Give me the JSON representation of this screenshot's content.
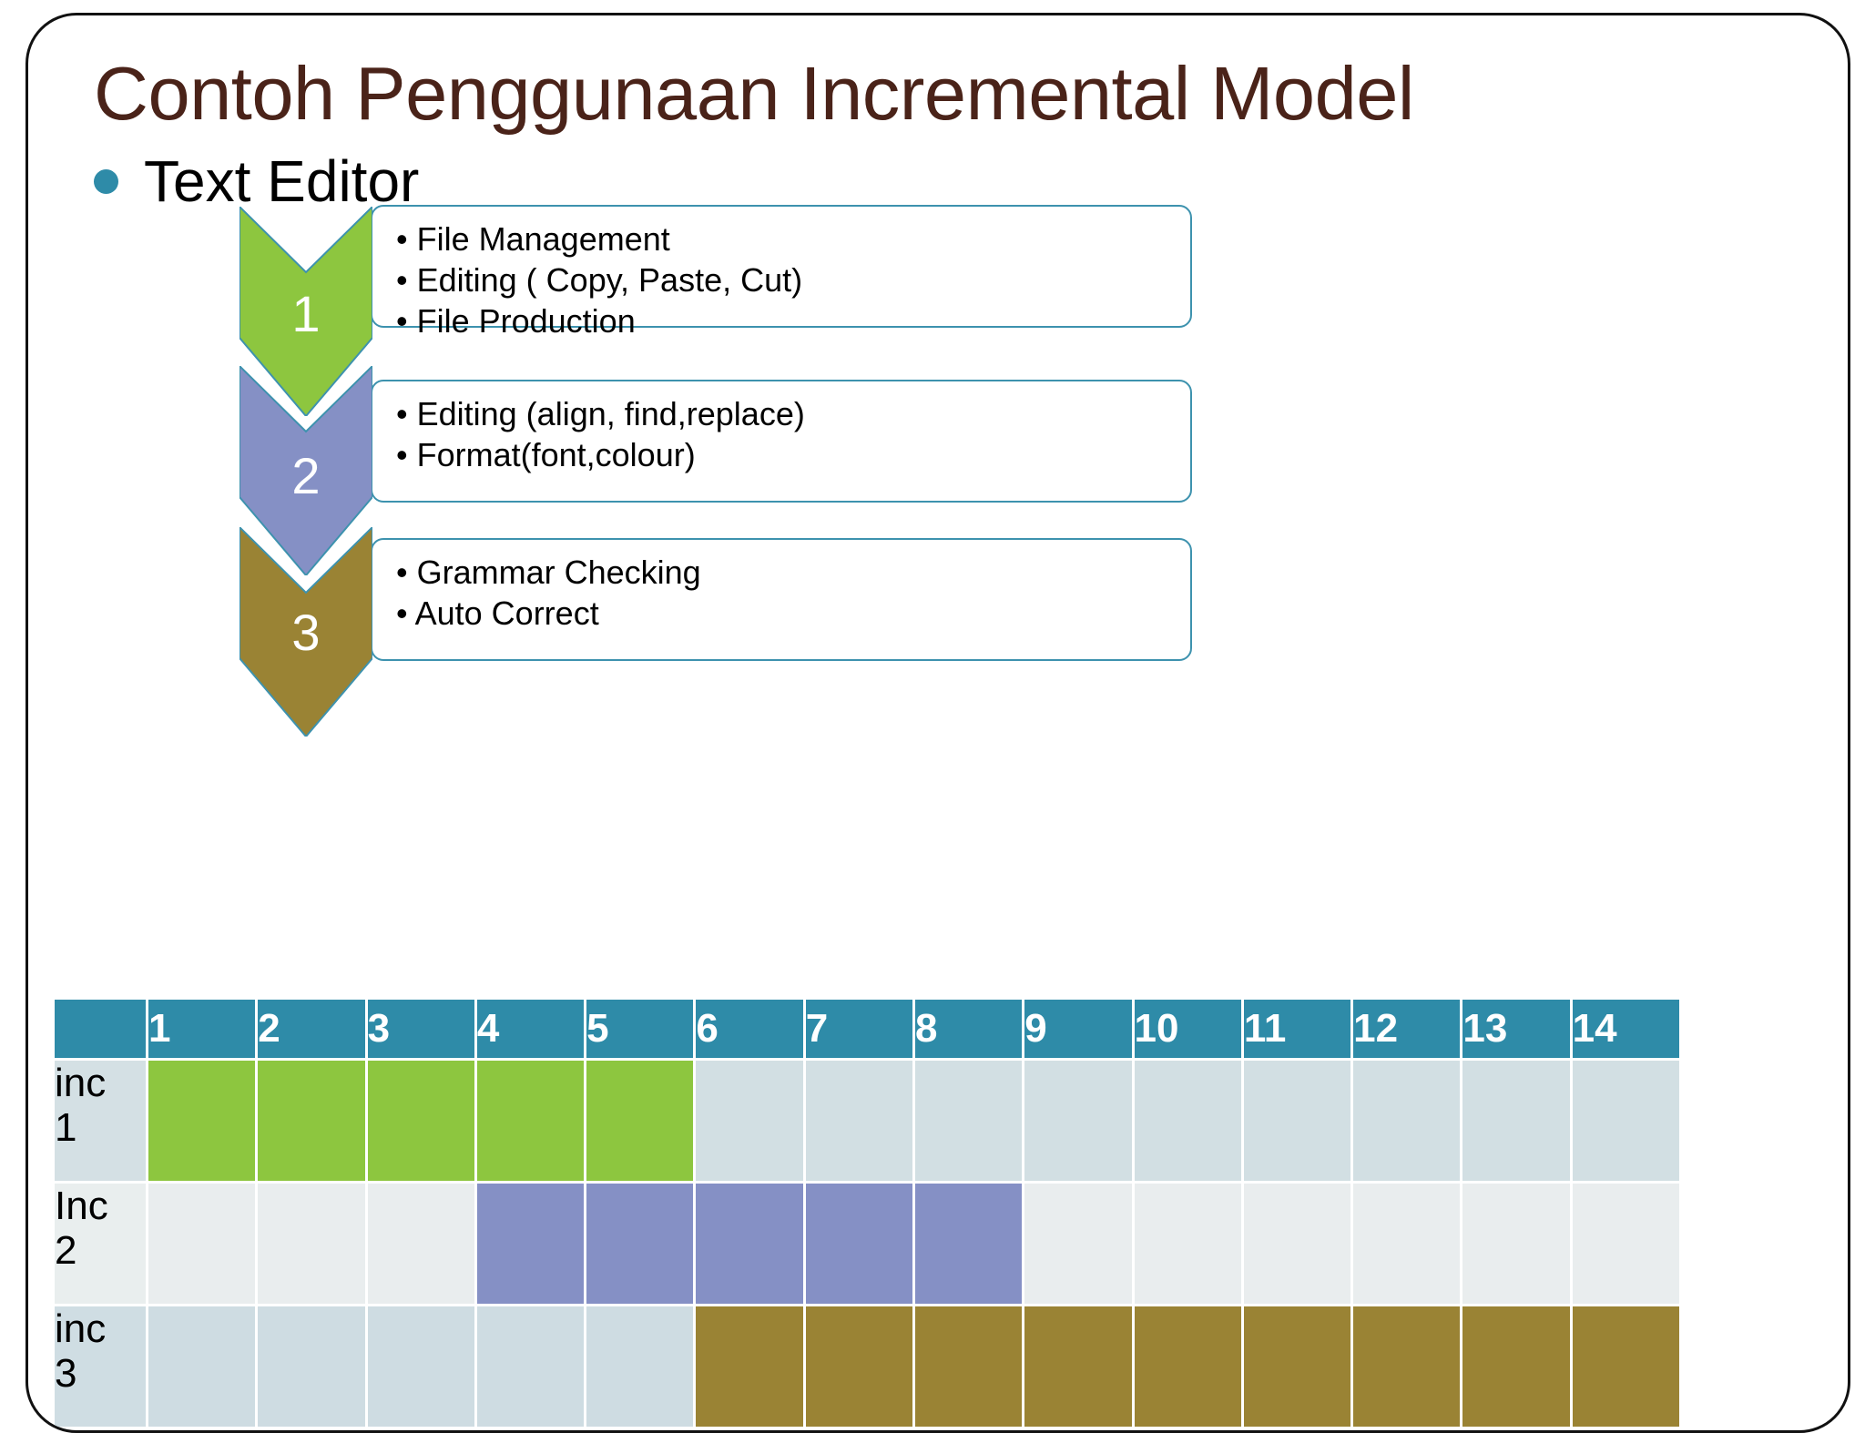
{
  "slide": {
    "title": "Contoh Penggunaan Incremental Model",
    "bullet": {
      "label": "Text Editor",
      "bullet_color": "#2E8BA8"
    }
  },
  "colors": {
    "title": "#4A2319",
    "teal": "#2E8BA8",
    "box_border": "#3D92AE",
    "green": "#8DC63F",
    "purple": "#8590C5",
    "brown": "#9A8334"
  },
  "increments": [
    {
      "number": "1",
      "color": "#8DC63F",
      "items": [
        "• File Management",
        "• Editing ( Copy, Paste, Cut)",
        "• File Production"
      ]
    },
    {
      "number": "2",
      "color": "#8590C5",
      "items": [
        "• Editing (align, find,replace)",
        "• Format(font,colour)"
      ]
    },
    {
      "number": "3",
      "color": "#9A8334",
      "items": [
        "• Grammar Checking",
        "• Auto Correct"
      ]
    }
  ],
  "chart_data": {
    "type": "bar",
    "title": "",
    "xlabel": "",
    "ylabel": "",
    "legend": [],
    "columns": [
      "1",
      "2",
      "3",
      "4",
      "5",
      "6",
      "7",
      "8",
      "9",
      "10",
      "11",
      "12",
      "13",
      "14"
    ],
    "rows": [
      {
        "label": "inc 1",
        "start": 1,
        "end": 5,
        "color": "#8DC63F"
      },
      {
        "label": "Inc 2",
        "start": 4,
        "end": 8,
        "color": "#8590C5"
      },
      {
        "label": "inc 3",
        "start": 6,
        "end": 14,
        "color": "#9A8334"
      }
    ]
  }
}
